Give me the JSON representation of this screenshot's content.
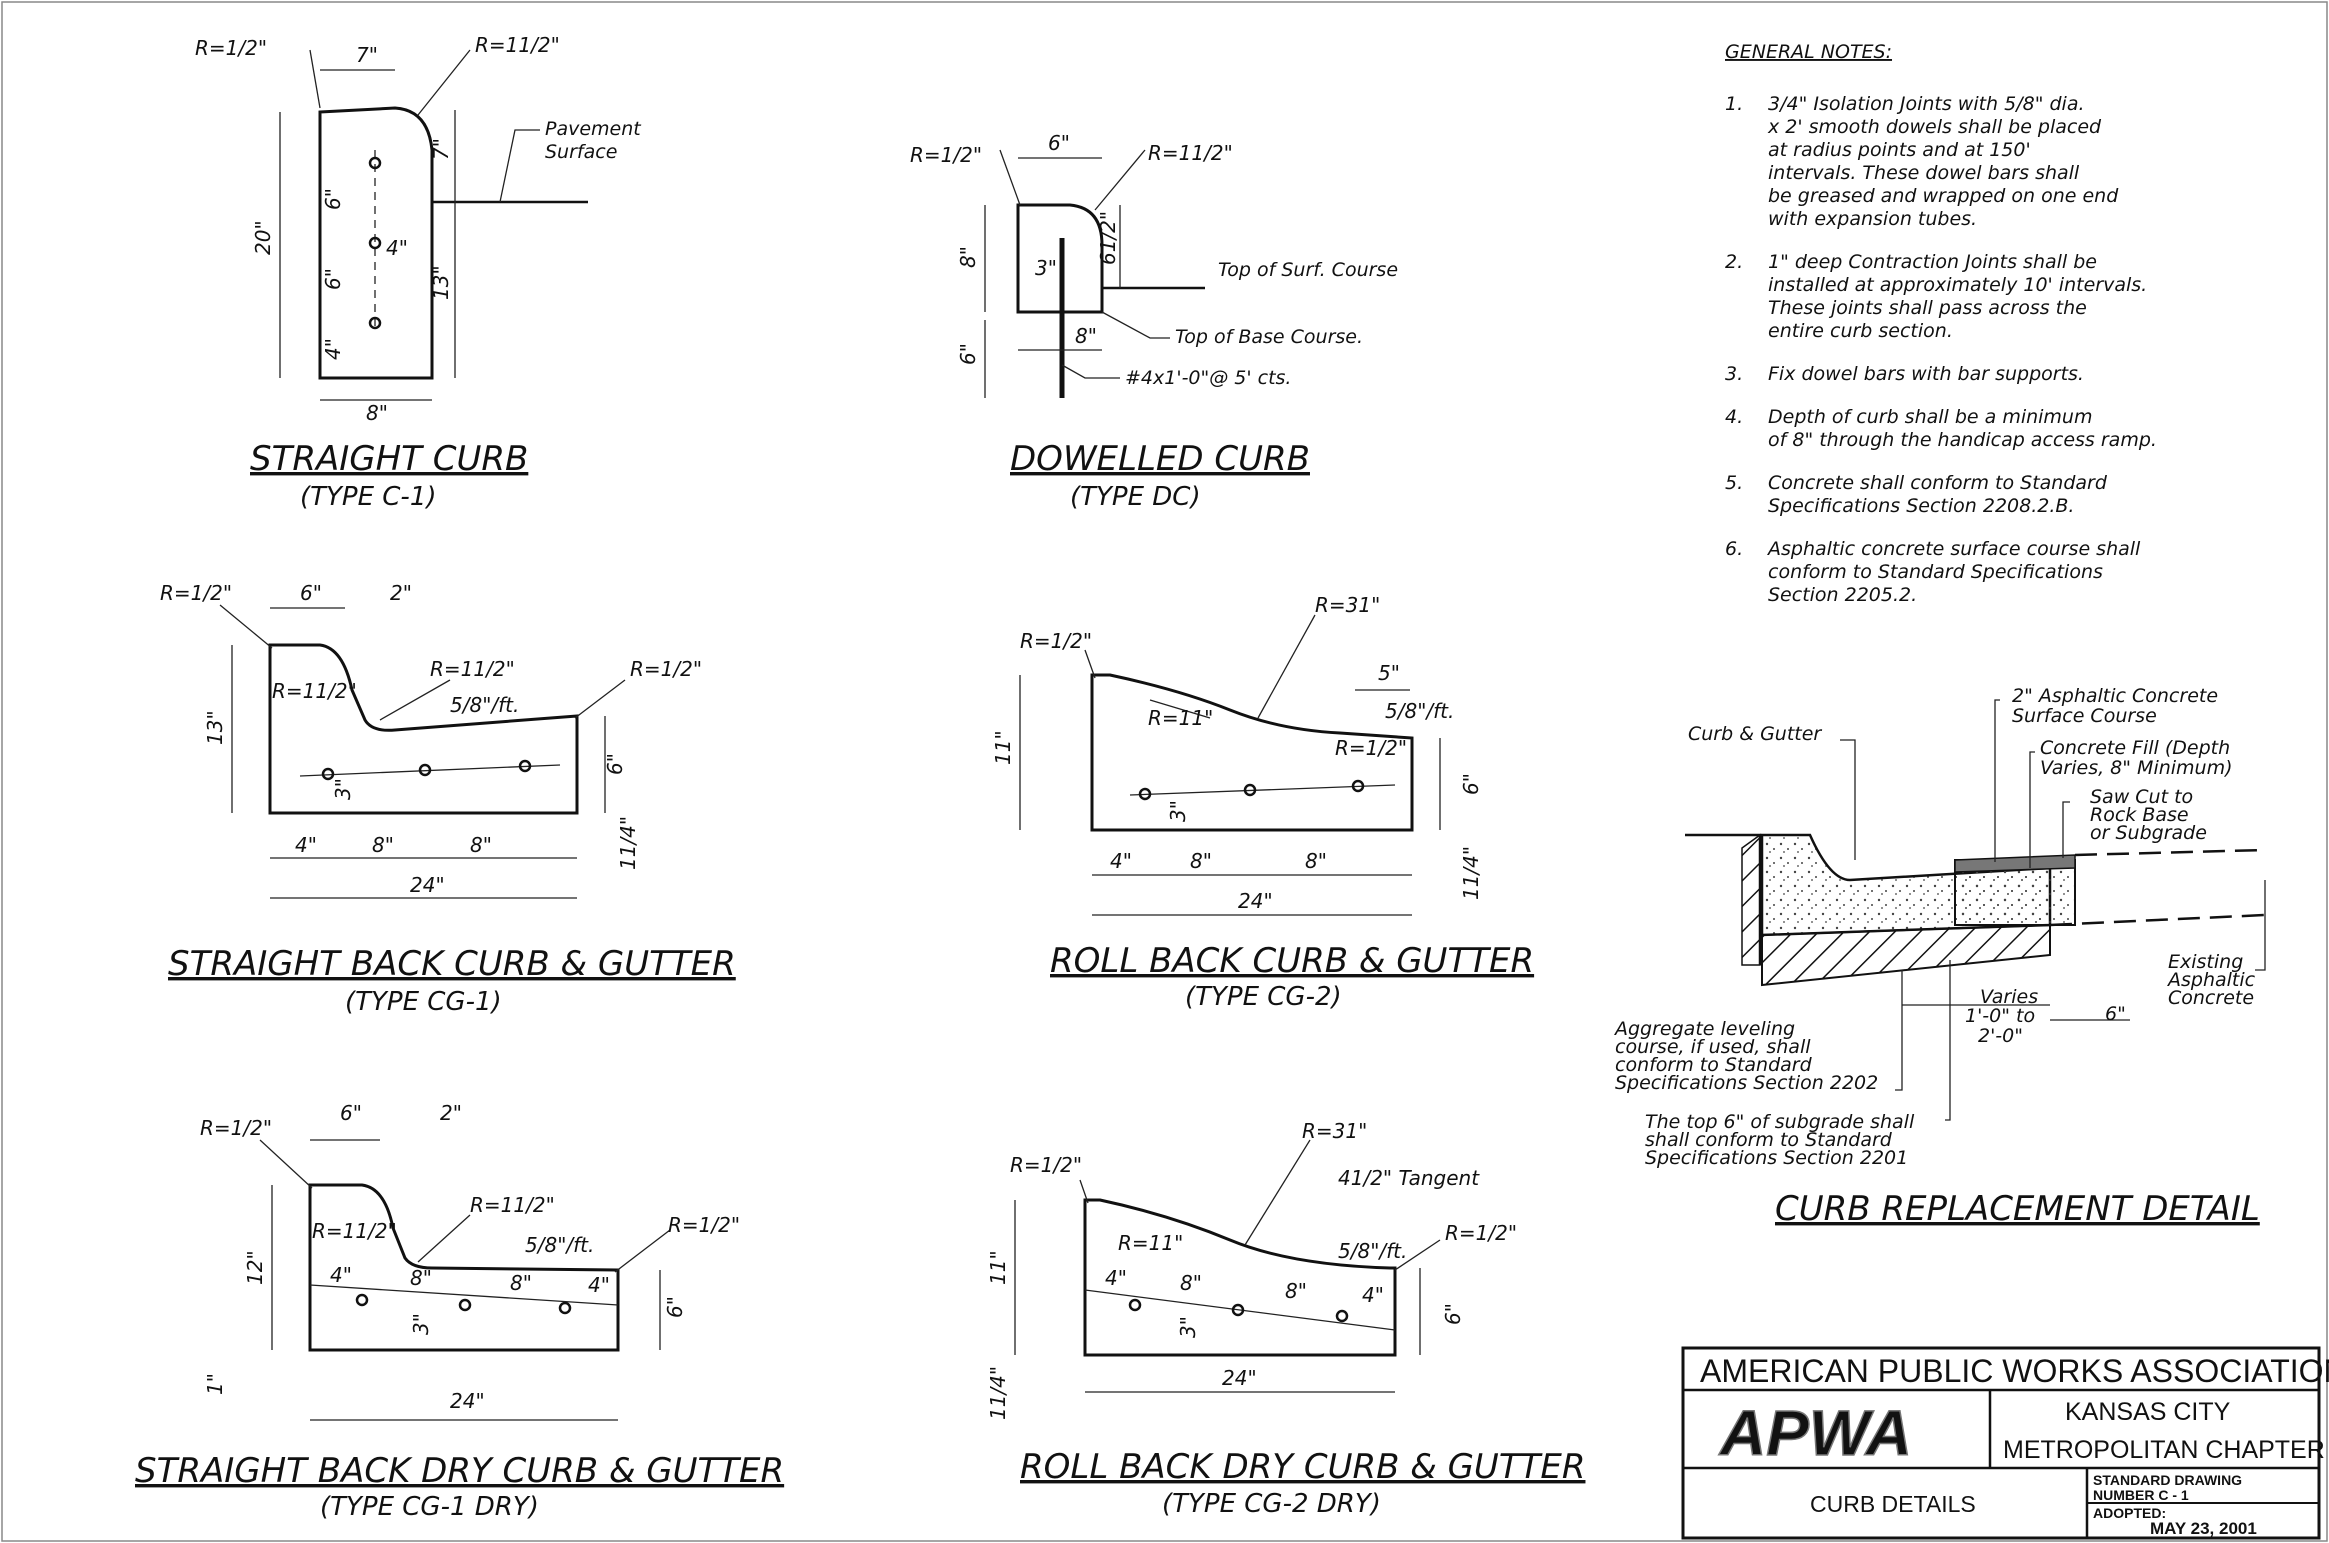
{
  "general_notes": {
    "heading": "GENERAL NOTES:",
    "items": [
      {
        "num": "1.",
        "lines": [
          "3/4\" Isolation Joints with 5/8\" dia.",
          "x 2' smooth dowels shall be placed",
          "at radius points and at 150'",
          "intervals.   These dowel bars shall",
          "be greased and wrapped on one end",
          "with expansion tubes."
        ]
      },
      {
        "num": "2.",
        "lines": [
          "1\" deep Contraction Joints shall be",
          "installed at approximately 10' intervals.",
          "These joints shall pass across the",
          "entire curb section."
        ]
      },
      {
        "num": "3.",
        "lines": [
          "Fix dowel bars with bar supports."
        ]
      },
      {
        "num": "4.",
        "lines": [
          "Depth of curb shall be a minimum",
          "of 8\" through the handicap access ramp."
        ]
      },
      {
        "num": "5.",
        "lines": [
          "Concrete shall conform to Standard",
          "Specifications Section 2208.2.B."
        ]
      },
      {
        "num": "6.",
        "lines": [
          "Asphaltic concrete surface course shall",
          "conform to Standard Specifications",
          "Section 2205.2."
        ]
      }
    ]
  },
  "details": {
    "straight_curb": {
      "title": "STRAIGHT CURB",
      "subtitle": "(TYPE C-1)",
      "labels": {
        "r_left": "R=1/2\"",
        "r_right": "R=11/2\"",
        "top": "7\"",
        "pavement": "Pavement",
        "surface": "Surface",
        "height": "20\"",
        "right_upper": "7\"",
        "right_lower": "13\"",
        "dowel_spacing_a": "6\"",
        "dowel_spacing_b": "6\"",
        "dowel_bottom": "4\"",
        "dowel_side": "4\"",
        "bottom": "8\""
      }
    },
    "dowelled_curb": {
      "title": "DOWELLED CURB",
      "subtitle": "(TYPE DC)",
      "labels": {
        "r_left": "R=1/2\"",
        "top": "6\"",
        "r_right": "R=11/2\"",
        "left": "8\"",
        "exposed": "61/2\"",
        "inner": "3\"",
        "surf_course": "Top of Surf. Course",
        "bottom": "8\"",
        "base_course": "Top of Base Course.",
        "embed": "6\"",
        "bar": "#4x1'-0\"@ 5' cts."
      }
    },
    "straight_back_cg": {
      "title": "STRAIGHT BACK CURB & GUTTER",
      "subtitle": "(TYPE CG-1)",
      "labels": {
        "r_tl": "R=1/2\"",
        "top": "6\"",
        "gap": "2\"",
        "r_inner": "R=11/2\"",
        "r_mid": "R=11/2\"",
        "slope": "5/8\"/ft.",
        "r_tr": "R=1/2\"",
        "height": "13\"",
        "dowel_h": "3\"",
        "right_h": "6\"",
        "base": "11/4\"",
        "seg_a": "4\"",
        "seg_b": "8\"",
        "seg_c": "8\"",
        "total": "24\""
      }
    },
    "roll_back_cg": {
      "title": "ROLL BACK CURB & GUTTER",
      "subtitle": "(TYPE CG-2)",
      "labels": {
        "r_tl": "R=1/2\"",
        "r_roll": "R=31\"",
        "r_inner": "R=11\"",
        "flat": "5\"",
        "slope": "5/8\"/ft.",
        "r_edge": "R=1/2\"",
        "height": "11\"",
        "dowel_h": "3\"",
        "right_h": "6\"",
        "base": "11/4\"",
        "seg_a": "4\"",
        "seg_b": "8\"",
        "seg_c": "8\"",
        "total": "24\""
      }
    },
    "straight_back_dry_cg": {
      "title": "STRAIGHT BACK DRY CURB & GUTTER",
      "subtitle": "(TYPE CG-1 DRY)",
      "labels": {
        "r_tl": "R=1/2\"",
        "top": "6\"",
        "gap": "2\"",
        "r_inner": "R=11/2\"",
        "r_mid": "R=11/2\"",
        "slope": "5/8\"/ft.",
        "r_tr": "R=1/2\"",
        "height": "12\"",
        "seg_a": "4\"",
        "seg_b": "8\"",
        "seg_c": "8\"",
        "seg_d": "4\"",
        "dowel_h": "3\"",
        "right_h": "6\"",
        "base": "1\"",
        "total": "24\""
      }
    },
    "roll_back_dry_cg": {
      "title": "ROLL BACK DRY CURB & GUTTER",
      "subtitle": "(TYPE CG-2 DRY)",
      "labels": {
        "r_tl": "R=1/2\"",
        "r_roll": "R=31\"",
        "tangent": "41/2\" Tangent",
        "r_inner": "R=11\"",
        "slope": "5/8\"/ft.",
        "r_edge": "R=1/2\"",
        "height": "11\"",
        "seg_a": "4\"",
        "seg_b": "8\"",
        "seg_c": "8\"",
        "seg_d": "4\"",
        "dowel_h": "3\"",
        "right_h": "6\"",
        "base": "11/4\"",
        "total": "24\""
      }
    },
    "curb_replacement": {
      "title": "CURB REPLACEMENT DETAIL",
      "labels": {
        "curb_gutter": "Curb & Gutter",
        "asphaltic_1": "2\" Asphaltic Concrete",
        "asphaltic_2": "Surface Course",
        "fill_1": "Concrete Fill (Depth",
        "fill_2": "Varies, 8\" Minimum)",
        "saw_1": "Saw Cut to",
        "saw_2": "Rock Base",
        "saw_3": "or Subgrade",
        "existing_1": "Existing",
        "existing_2": "Asphaltic",
        "existing_3": "Concrete",
        "varies_1": "Varies",
        "varies_2": "1'-0\" to",
        "varies_3": "2'-0\"",
        "six": "6\"",
        "agg_1": "Aggregate leveling",
        "agg_2": "course, if used, shall",
        "agg_3": "conform to Standard",
        "agg_4": "Specifications Section 2202",
        "sub_1": "The top 6\" of subgrade shall",
        "sub_2": "shall conform to Standard",
        "sub_3": "Specifications Section 2201"
      }
    }
  },
  "title_block": {
    "org": "AMERICAN PUBLIC WORKS ASSOCIATION",
    "logo": "APWA",
    "chapter_1": "KANSAS CITY",
    "chapter_2": "METROPOLITAN CHAPTER",
    "drawing_title": "CURB DETAILS",
    "std_label_1": "STANDARD DRAWING",
    "std_label_2": "NUMBER C - 1",
    "adopted_label": "ADOPTED:",
    "adopted_date": "MAY 23, 2001"
  }
}
